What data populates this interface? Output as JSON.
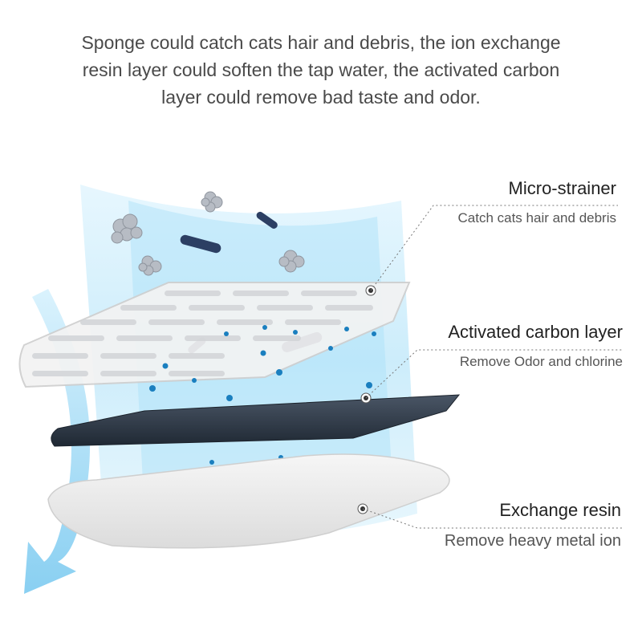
{
  "intro": {
    "lines": [
      "Sponge could catch cats hair and debris, the ion exchange",
      "resin layer could soften the tap water, the activated carbon",
      "layer could remove bad taste and odor."
    ]
  },
  "layers": [
    {
      "title": "Micro-strainer",
      "description": "Catch cats hair and debris"
    },
    {
      "title": "Activated carbon layer",
      "description": "Remove Odor and chlorine"
    },
    {
      "title": "Exchange resin",
      "description": "Remove heavy metal ion"
    }
  ],
  "colors": {
    "water_flow": "#8fd3f4",
    "particles": "#1a7fbf",
    "carbon_layer": "#34404f",
    "resin_layer": "#ededed",
    "bacteria": "#2c3f63"
  }
}
